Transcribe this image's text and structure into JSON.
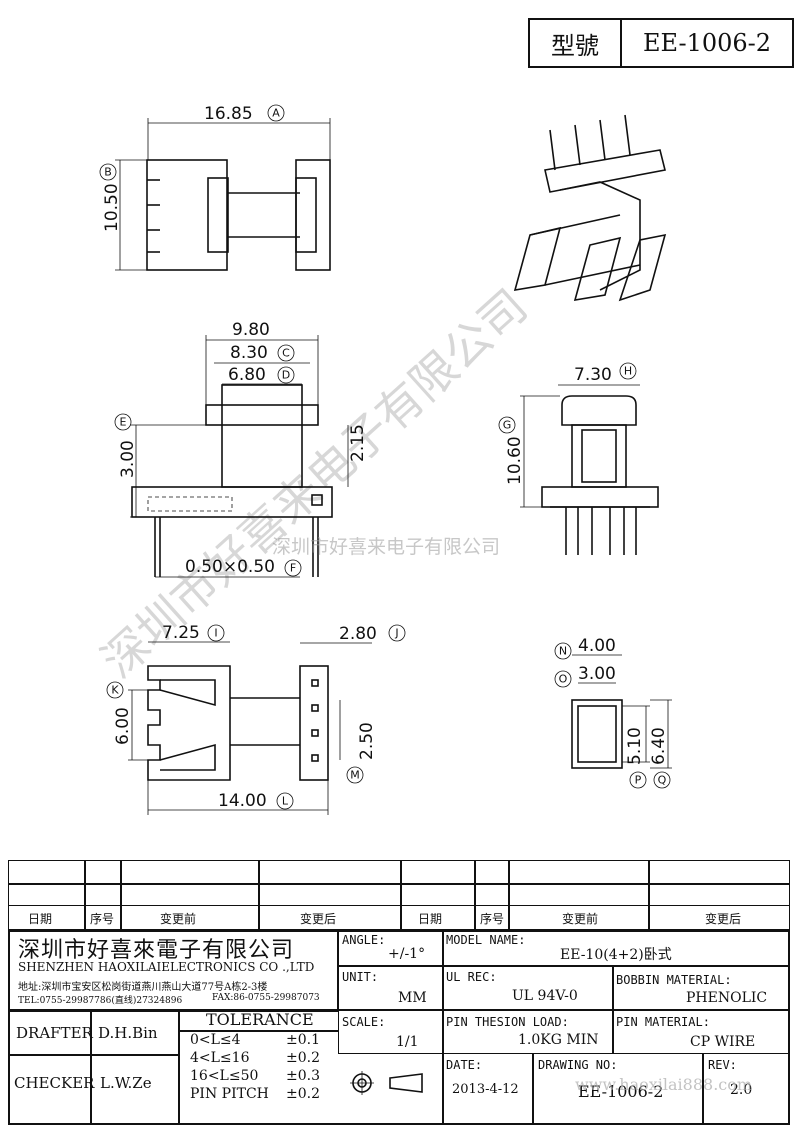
{
  "title_block": {
    "label": "型號",
    "model": "EE-1006-2"
  },
  "dims": {
    "A": "16.85",
    "B": "10.50",
    "top_w": "9.80",
    "C": "8.30",
    "D": "6.80",
    "E": "3.00",
    "mid_h": "2.15",
    "F": "0.50×0.50",
    "H": "7.30",
    "G": "10.60",
    "I": "7.25",
    "J": "2.80",
    "K": "6.00",
    "M": "2.50",
    "L": "14.00",
    "N": "4.00",
    "O": "3.00",
    "P_h": "5.10",
    "Q_h": "6.40"
  },
  "letters": [
    "A",
    "B",
    "C",
    "D",
    "E",
    "F",
    "G",
    "H",
    "I",
    "J",
    "K",
    "L",
    "M",
    "N",
    "O",
    "P",
    "Q"
  ],
  "watermark": {
    "diag": "深圳市好喜来电子有限公司",
    "center": "深圳市好喜来电子有限公司",
    "url": "www.haoxilai888.com"
  },
  "revision_header": {
    "date": "日期",
    "seq": "序号",
    "before": "变更前",
    "after": "变更后"
  },
  "company": {
    "cn": "深圳市好喜來電子有限公司",
    "en": "SHENZHEN HAOXILAIELECTRONICS CO .,LTD",
    "addr": "地址:深圳市宝安区松岗街道燕川燕山大道77号A栋2-3楼",
    "tel": "TEL:0755-29987786(直线)27324896",
    "fax": "FAX:86-0755-29987073"
  },
  "fields": {
    "angle_label": "ANGLE:",
    "angle_value": "+/-1°",
    "model_label": "MODEL NAME:",
    "model_value": "EE-10(4+2)卧式",
    "unit_label": "UNIT:",
    "unit_value": "MM",
    "ul_label": "UL REC:",
    "ul_value": "UL 94V-0",
    "bobbin_label": "BOBBIN MATERIAL:",
    "bobbin_value": "PHENOLIC",
    "scale_label": "SCALE:",
    "scale_value": "1/1",
    "pin_load_label": "PIN THESION LOAD:",
    "pin_load_value": "1.0KG MIN",
    "pin_mat_label": "PIN MATERIAL:",
    "pin_mat_value": "CP  WIRE",
    "date_label": "DATE:",
    "date_value": "2013-4-12",
    "drawing_label": "DRAWING NO:",
    "drawing_value": "EE-1006-2",
    "rev_label": "REV:",
    "rev_value": "2.0"
  },
  "people": {
    "drafter_label": "DRAFTER",
    "drafter": "D.H.Bin",
    "checker_label": "CHECKER",
    "checker": "L.W.Ze"
  },
  "tolerance": {
    "title": "TOLERANCE",
    "rows": [
      {
        "range": "0<L≤4",
        "tol": "±0.1"
      },
      {
        "range": "4<L≤16",
        "tol": "±0.2"
      },
      {
        "range": "16<L≤50",
        "tol": "±0.3"
      },
      {
        "range": "PIN PITCH",
        "tol": "±0.2"
      }
    ]
  }
}
